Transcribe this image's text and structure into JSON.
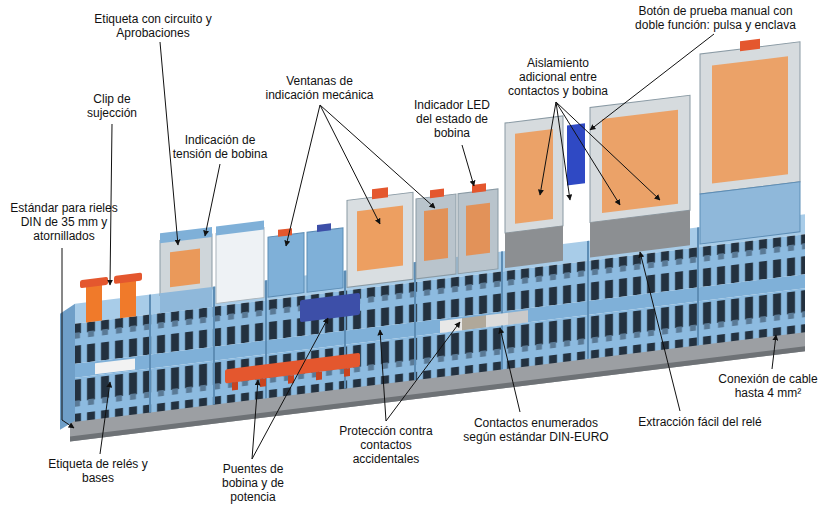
{
  "diagram": {
    "labels": [
      "Etiqueta con circuito y Aprobaciones",
      "Clip de sujección",
      "Indicación de tensión de bobina",
      "Ventanas de indicación mecánica",
      "Indicador LED del estado de bobina",
      "Aislamiento adicional entre contactos y bobina",
      "Botón de prueba manual con doble función: pulsa y enclava",
      "Estándar para rieles DIN de 35 mm y atornillados",
      "Conexión de cable hasta 4 mm²",
      "Etiqueta de relés y bases",
      "Puentes de bobina y de potencia",
      "Protección contra contactos accidentales",
      "Contactos enumerados según estándar DIN-EURO",
      "Extracción fácil del relé"
    ]
  }
}
